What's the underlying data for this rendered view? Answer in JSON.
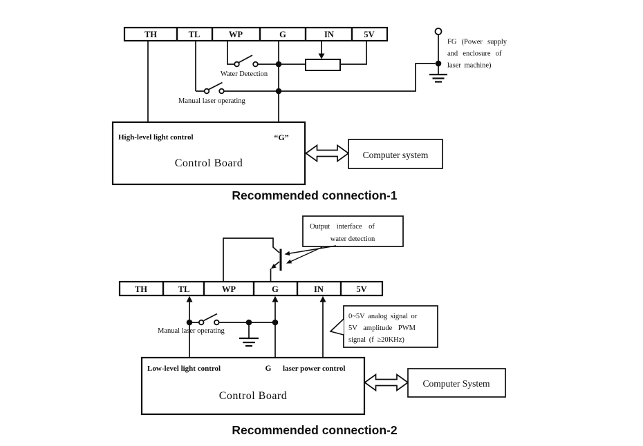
{
  "colors": {
    "caption": "#34210f",
    "line": "#0d0d0d"
  },
  "diagram1": {
    "terminals": [
      "TH",
      "TL",
      "WP",
      "G",
      "IN",
      "5V"
    ],
    "water_detection_label": "Water Detection",
    "manual_laser_label": "Manual laser operating",
    "fg_note": {
      "line1": "FG (Power supply",
      "line2": "and enclosure of",
      "line3": "laser machine)"
    },
    "board": {
      "pin_left": "High-level light control",
      "pin_right": "“G”",
      "title": "Control Board"
    },
    "computer_label": "Computer system",
    "caption": "Recommended connection-1"
  },
  "diagram2": {
    "terminals": [
      "TH",
      "TL",
      "WP",
      "G",
      "IN",
      "5V"
    ],
    "water_callout": {
      "line1": "Output interface of",
      "line2": "water detection"
    },
    "manual_laser_label": "Manual laser operating",
    "signal_callout": {
      "line1": "0~5V analog signal or",
      "line2": "5V amplitude PWM",
      "line3": "signal (f ≥20KHz)"
    },
    "board": {
      "pin_left": "Low-level light control",
      "pin_mid": "G",
      "pin_right": "laser power control",
      "title": "Control Board"
    },
    "computer_label": "Computer System",
    "caption": "Recommended connection-2"
  }
}
